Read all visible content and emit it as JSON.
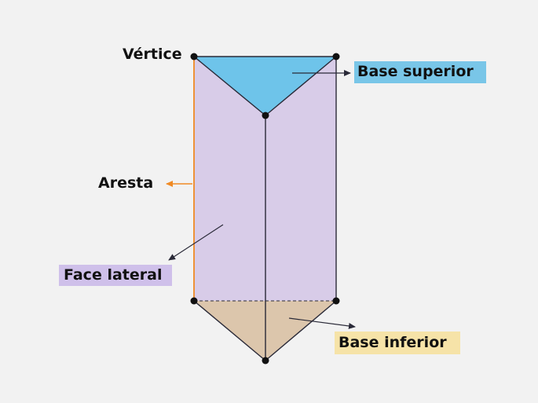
{
  "labels": {
    "vertex": "Vértice",
    "edge": "Aresta",
    "lateral_face": "Face lateral",
    "top_base": "Base superior",
    "bottom_base": "Base inferior"
  },
  "colors": {
    "background": "#f2f2f2",
    "lateral_face_fill": "#d8cce8",
    "top_base_fill": "#6ec4ea",
    "bottom_base_fill": "#dcc6ac",
    "edge_highlight": "#f08a24",
    "line": "#2a2a38",
    "top_base_tag": "#79c6e8",
    "lateral_face_tag": "#cfc0ea",
    "bottom_base_tag": "#f6e3a8"
  }
}
